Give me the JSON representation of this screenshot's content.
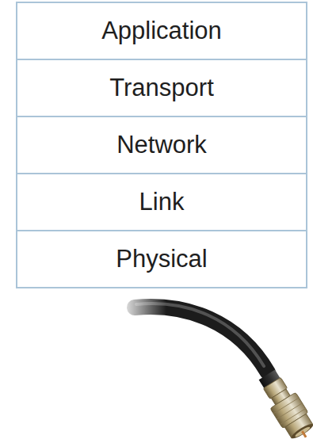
{
  "diagram": {
    "nodes": [
      {
        "text": [
          "Application"
        ]
      },
      {
        "text": [
          "Transport"
        ]
      },
      {
        "text": [
          "Network"
        ]
      },
      {
        "text": [
          "Link"
        ]
      },
      {
        "text": [
          "Physical"
        ]
      }
    ]
  }
}
